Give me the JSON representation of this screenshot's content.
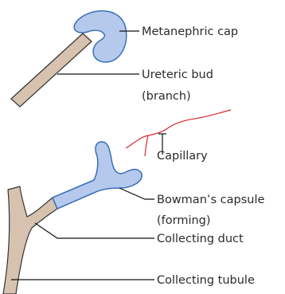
{
  "labels": {
    "metanephric_cap": "Metanephric cap",
    "ureteric_bud_line1": "Ureteric bud",
    "ureteric_bud_line2": "(branch)",
    "capillary": "Capillary",
    "bowmans_capsule_line1": "Bowman’s capsule",
    "bowmans_capsule_line2": "(forming)",
    "collecting_duct": "Collecting duct",
    "collecting_tubule": "Collecting tubule"
  },
  "colors": {
    "tan_tissue": "#d6c2ae",
    "blue_tissue": "#b4c9ec",
    "outline": "#3a6fb8",
    "capillary": "#d8282f",
    "leader_line": "#111111"
  }
}
